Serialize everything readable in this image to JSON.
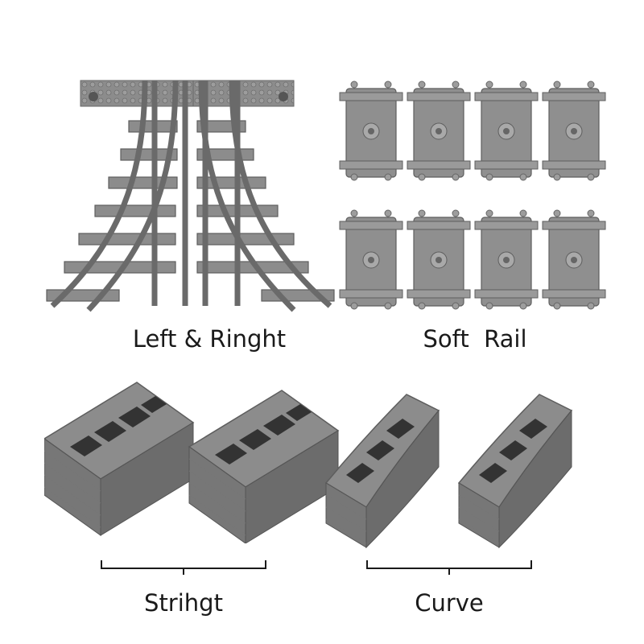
{
  "captions": {
    "switches": "Left & Ringht",
    "soft_rail": "Soft  Rail",
    "straight": "Strihgt",
    "curve": "Curve"
  },
  "colors": {
    "background": "#ffffff",
    "track_gray": "#8c8c8c",
    "track_dark": "#5e5e5e",
    "track_light": "#a9a9a9",
    "text": "#1a1a1a"
  },
  "icons": {
    "switch": "track-switch-icon",
    "soft_rail": "flexible-track-icon",
    "straight": "straight-track-stack-icon",
    "curve": "curved-track-stack-icon"
  }
}
